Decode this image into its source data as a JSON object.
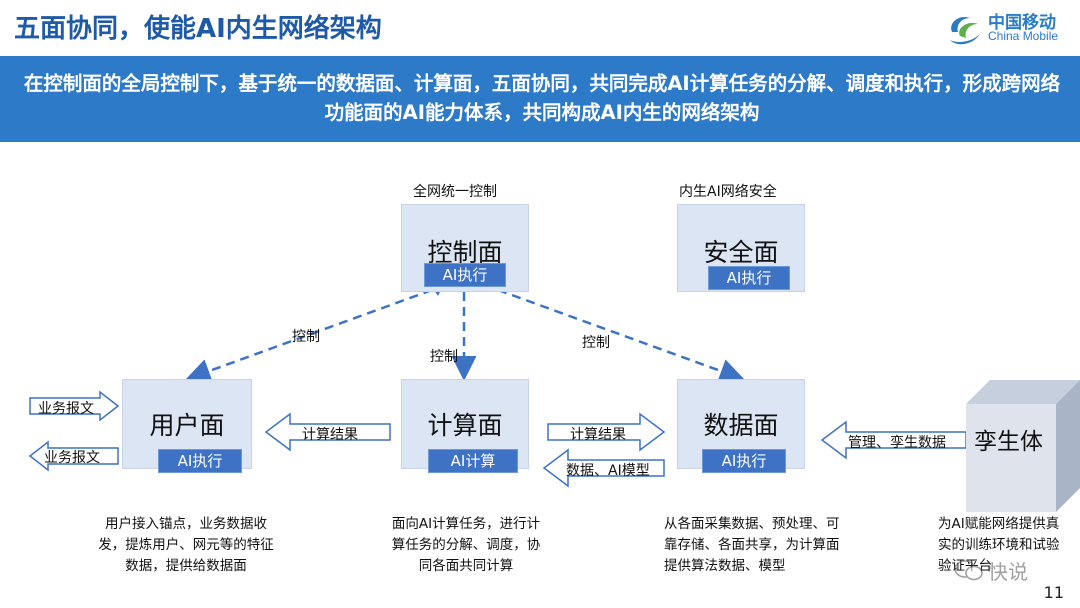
{
  "title": "五面协同，使能AI内生网络架构",
  "logo": {
    "cn": "中国移动",
    "en": "China Mobile"
  },
  "banner": "在控制面的全局控制下，基于统一的数据面、计算面，五面协同，共同完成AI计算任务的分解、调度和执行，形成跨网络功能面的AI能力体系，共同构成AI内生的网络架构",
  "planes": {
    "control": {
      "label": "全网统一控制",
      "name": "控制面",
      "tag": "AI执行"
    },
    "security": {
      "label": "内生AI网络安全",
      "name": "安全面",
      "tag": "AI执行"
    },
    "user": {
      "name": "用户面",
      "tag": "AI执行",
      "desc": "用户接入锚点，业务数据收发，提炼用户、网元等的特征数据，提供给数据面"
    },
    "compute": {
      "name": "计算面",
      "tag": "AI计算",
      "desc": "面向AI计算任务，进行计算任务的分解、调度，协同各面共同计算"
    },
    "data": {
      "name": "数据面",
      "tag": "AI执行",
      "desc": "从各面采集数据、预处理、可靠存储、各面共享，为计算面提供算法数据、模型"
    },
    "twin": {
      "name": "孪生体",
      "desc": "为AI赋能网络提供真实的训练环境和试验验证平台"
    }
  },
  "arrows": {
    "control_left": "控制",
    "control_mid": "控制",
    "control_right": "控制",
    "business_out": "业务报文",
    "business_in": "业务报文",
    "compute_to_user": "计算结果",
    "compute_to_data": "计算结果",
    "data_to_compute": "数据、AI模型",
    "twin_to_data": "管理、孪生数据"
  },
  "watermark": "快说",
  "page_number": "11",
  "colors": {
    "title": "#1f5aa6",
    "banner": "#2c7ac8",
    "box": "#dce5f4",
    "tag": "#3d72c4",
    "arrow": "#3d72c4"
  }
}
